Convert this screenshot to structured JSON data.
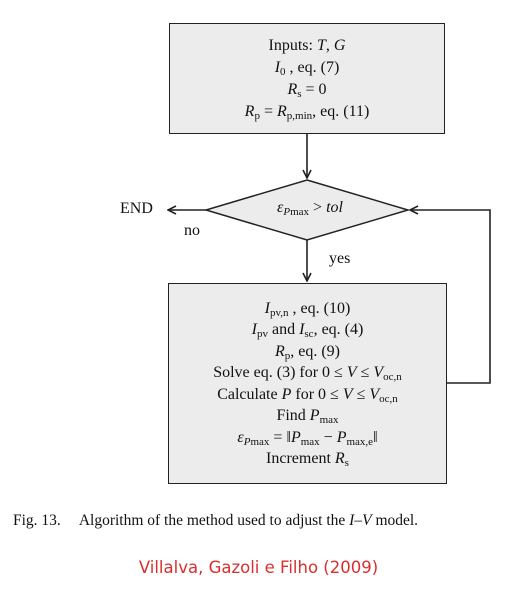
{
  "flowchart": {
    "inputs_box": {
      "line1": "Inputs: T, G",
      "line2": "I0 , eq. (7)",
      "line3": "Rs = 0",
      "line4": "Rp = Rp,min, eq. (11)"
    },
    "decision": {
      "condition": "εPmax > tol",
      "no_label": "no",
      "yes_label": "yes",
      "end_label": "END"
    },
    "process_box": {
      "line1": "Ipv,n , eq. (10)",
      "line2": "Ipv and Isc, eq. (4)",
      "line3": "Rp, eq. (9)",
      "line4": "Solve eq. (3) for 0 ≤ V ≤ Voc,n",
      "line5": "Calculate P for 0 ≤ V ≤ Voc,n",
      "line6": "Find Pmax",
      "line7": "εPmax = ‖Pmax − Pmax,e‖",
      "line8": "Increment Rs"
    }
  },
  "caption": {
    "number": "Fig. 13.",
    "text": "Algorithm of the method used to adjust the I–V model."
  },
  "source": {
    "credit": "Villalva, Gazoli e Filho (2009)",
    "color": "#d92f2f"
  }
}
